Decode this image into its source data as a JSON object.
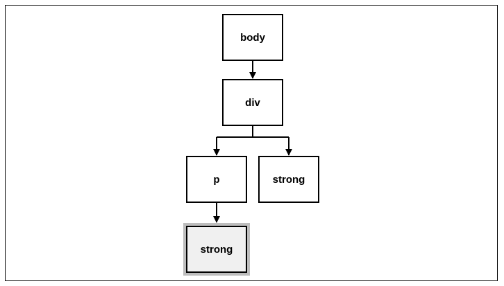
{
  "diagram": {
    "nodes": [
      {
        "id": "body",
        "label": "body"
      },
      {
        "id": "div",
        "label": "div"
      },
      {
        "id": "p",
        "label": "p"
      },
      {
        "id": "strong",
        "label": "strong"
      },
      {
        "id": "strong2",
        "label": "strong",
        "highlighted": true
      }
    ],
    "edges": [
      {
        "from": "body",
        "to": "div"
      },
      {
        "from": "div",
        "to": "p"
      },
      {
        "from": "div",
        "to": "strong"
      },
      {
        "from": "p",
        "to": "strong2"
      }
    ],
    "colors": {
      "line": "#000000",
      "node_fill": "#ffffff",
      "highlight_fill": "#f0f0f0",
      "highlight_outline": "#bdbdbd"
    }
  }
}
